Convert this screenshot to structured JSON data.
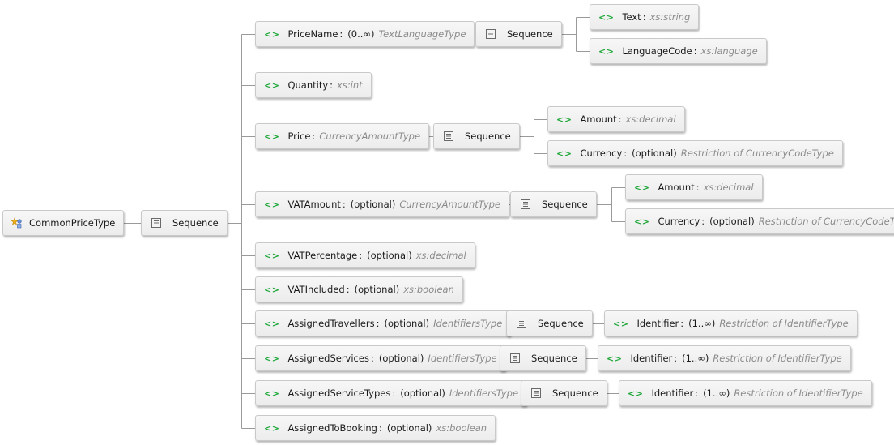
{
  "root": {
    "name": "CommonPriceType",
    "icon": "complex-type-icon"
  },
  "sequence_label": "Sequence",
  "optional_label": "(optional)",
  "colors": {
    "element_icon": "#1fa83a",
    "type_text": "#8a8a8a",
    "connector": "#9a9a9a",
    "node_border": "#c9c9c9"
  },
  "nodes": [
    {
      "id": "PriceName",
      "name": "PriceName",
      "mult": "(0..∞)",
      "type": "TextLanguageType",
      "sequence": true
    },
    {
      "id": "PriceName.Text",
      "parent": "PriceName",
      "name": "Text",
      "type": "xs:string"
    },
    {
      "id": "PriceName.LanguageCode",
      "parent": "PriceName",
      "name": "LanguageCode",
      "type": "xs:language"
    },
    {
      "id": "Quantity",
      "name": "Quantity",
      "type": "xs:int"
    },
    {
      "id": "Price",
      "name": "Price",
      "type": "CurrencyAmountType",
      "sequence": true
    },
    {
      "id": "Price.Amount",
      "parent": "Price",
      "name": "Amount",
      "type": "xs:decimal"
    },
    {
      "id": "Price.Currency",
      "parent": "Price",
      "name": "Currency",
      "mult": "(optional)",
      "type": "Restriction of CurrencyCodeType"
    },
    {
      "id": "VATAmount",
      "name": "VATAmount",
      "mult": "(optional)",
      "type": "CurrencyAmountType",
      "sequence": true
    },
    {
      "id": "VATAmount.Amount",
      "parent": "VATAmount",
      "name": "Amount",
      "type": "xs:decimal"
    },
    {
      "id": "VATAmount.Currency",
      "parent": "VATAmount",
      "name": "Currency",
      "mult": "(optional)",
      "type": "Restriction of CurrencyCodeType"
    },
    {
      "id": "VATPercentage",
      "name": "VATPercentage",
      "mult": "(optional)",
      "type": "xs:decimal"
    },
    {
      "id": "VATIncluded",
      "name": "VATIncluded",
      "mult": "(optional)",
      "type": "xs:boolean"
    },
    {
      "id": "AssignedTravellers",
      "name": "AssignedTravellers",
      "mult": "(optional)",
      "type": "IdentifiersType",
      "sequence": true
    },
    {
      "id": "AssignedTravellers.Identifier",
      "parent": "AssignedTravellers",
      "name": "Identifier",
      "mult": "(1..∞)",
      "type": "Restriction of IdentifierType"
    },
    {
      "id": "AssignedServices",
      "name": "AssignedServices",
      "mult": "(optional)",
      "type": "IdentifiersType",
      "sequence": true
    },
    {
      "id": "AssignedServices.Identifier",
      "parent": "AssignedServices",
      "name": "Identifier",
      "mult": "(1..∞)",
      "type": "Restriction of IdentifierType"
    },
    {
      "id": "AssignedServiceTypes",
      "name": "AssignedServiceTypes",
      "mult": "(optional)",
      "type": "IdentifiersType",
      "sequence": true
    },
    {
      "id": "AssignedServiceTypes.Identifier",
      "parent": "AssignedServiceTypes",
      "name": "Identifier",
      "mult": "(1..∞)",
      "type": "Restriction of IdentifierType"
    },
    {
      "id": "AssignedToBooking",
      "name": "AssignedToBooking",
      "mult": "(optional)",
      "type": "xs:boolean"
    }
  ]
}
